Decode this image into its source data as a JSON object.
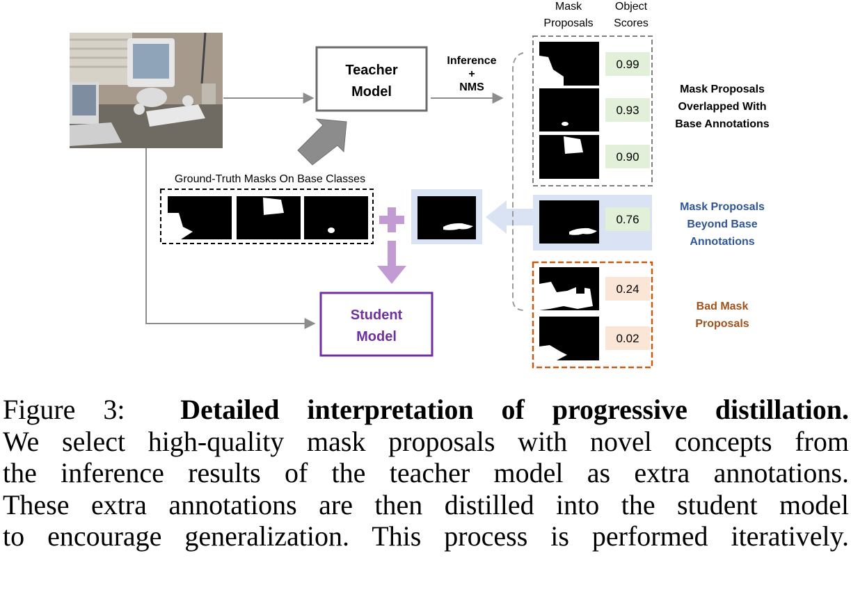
{
  "figure": {
    "header": {
      "mask_col": [
        "Mask",
        "Proposals"
      ],
      "score_col": [
        "Object",
        "Scores"
      ]
    },
    "teacher_label": [
      "Teacher",
      "Model"
    ],
    "student_label": [
      "Student",
      "Model"
    ],
    "inference_label": [
      "Inference",
      "+",
      "NMS"
    ],
    "gt_label": "Ground-Truth Masks On Base Classes",
    "overlapped_label": [
      "Mask Proposals",
      "Overlapped With",
      "Base Annotations"
    ],
    "beyond_label": [
      "Mask Proposals",
      "Beyond Base",
      "Annotations"
    ],
    "bad_label": [
      "Bad Mask",
      "Proposals"
    ],
    "scores": {
      "overlapped": [
        "0.99",
        "0.93",
        "0.90"
      ],
      "beyond": [
        "0.76"
      ],
      "bad": [
        "0.24",
        "0.02"
      ]
    },
    "colors": {
      "student": "#7030a0",
      "beyond_text": "#2f5597",
      "bad_text": "#a0511b",
      "bad_border": "#c55a11",
      "green_score_bg": "#e2efd9",
      "orange_score_bg": "#fbe5d6",
      "highlight_bg": "#dae3f3",
      "plus_arrow": "#c39bd3"
    }
  },
  "caption": {
    "figure_no": "Figure 3:",
    "title": "Detailed interpretation of progressive distillation.",
    "line1": "We select high-quality mask proposals with novel concepts from",
    "line2": "the inference results of the teacher model as extra annotations.",
    "line3": "These extra annotations are then distilled into the student model",
    "line4": "to encourage generalization. This process is performed iteratively."
  }
}
